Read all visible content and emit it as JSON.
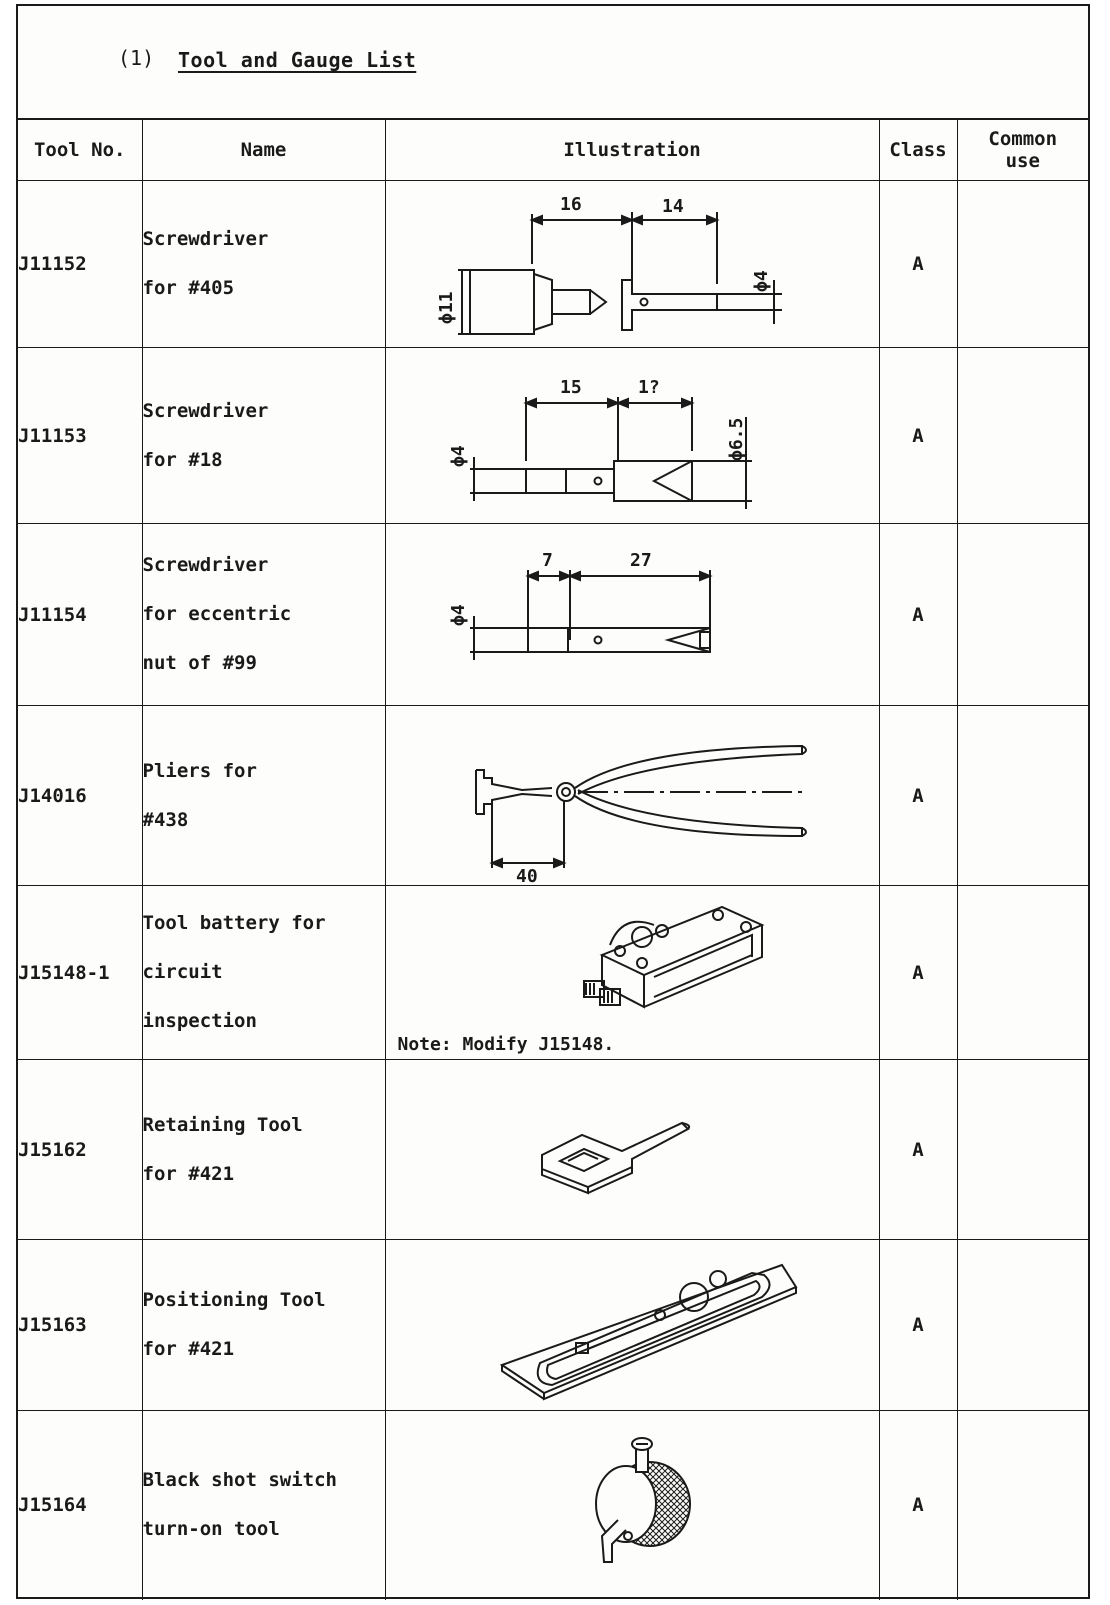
{
  "section": {
    "number": "(1)",
    "title": "Tool and Gauge List"
  },
  "columns": {
    "tool_no": "Tool No.",
    "name": "Name",
    "illustration": "Illustration",
    "class": "Class",
    "common_use_line1": "Common",
    "common_use_line2": "use"
  },
  "rows": [
    {
      "tool_no": "J11152",
      "name_lines": [
        "Screwdriver",
        "for #405"
      ],
      "dims": [
        "16",
        "14",
        "ϕ11",
        "ϕ4"
      ],
      "class": "A",
      "common_use": ""
    },
    {
      "tool_no": "J11153",
      "name_lines": [
        "Screwdriver",
        "for #18"
      ],
      "dims": [
        "15",
        "1?",
        "ϕ4",
        "ϕ6.5"
      ],
      "class": "A",
      "common_use": ""
    },
    {
      "tool_no": "J11154",
      "name_lines": [
        "Screwdriver",
        "for eccentric",
        "nut of #99"
      ],
      "dims": [
        "7",
        "27",
        "ϕ4"
      ],
      "class": "A",
      "common_use": ""
    },
    {
      "tool_no": "J14016",
      "name_lines": [
        "Pliers for",
        "#438"
      ],
      "dims": [
        "40"
      ],
      "class": "A",
      "common_use": ""
    },
    {
      "tool_no": "J15148-1",
      "name_lines": [
        "Tool battery for",
        "circuit",
        "inspection"
      ],
      "note": "Note: Modify J15148.",
      "class": "A",
      "common_use": ""
    },
    {
      "tool_no": "J15162",
      "name_lines": [
        "Retaining Tool",
        "for #421"
      ],
      "class": "A",
      "common_use": ""
    },
    {
      "tool_no": "J15163",
      "name_lines": [
        "Positioning Tool",
        "for #421"
      ],
      "class": "A",
      "common_use": ""
    },
    {
      "tool_no": "J15164",
      "name_lines": [
        "Black shot switch",
        "turn-on tool"
      ],
      "class": "A",
      "common_use": ""
    }
  ]
}
